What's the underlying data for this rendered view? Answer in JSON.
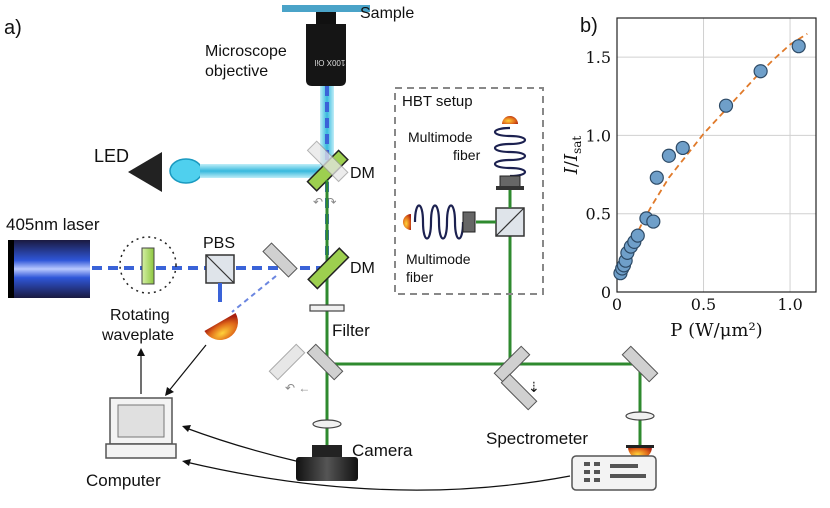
{
  "panel_a": {
    "label": "a)",
    "sample": "Sample",
    "objective_l1": "Microscope",
    "objective_l2": "objective",
    "objective_marking": "100X Oil",
    "led": "LED",
    "laser": "405nm laser",
    "pbs": "PBS",
    "dm_top": "DM",
    "dm_bottom": "DM",
    "waveplate_l1": "Rotating",
    "waveplate_l2": "waveplate",
    "filter": "Filter",
    "camera": "Camera",
    "computer": "Computer",
    "spectrometer": "Spectrometer",
    "hbt_title": "HBT setup",
    "fiber_top_l1": "Multimode",
    "fiber_top_l2": "fiber",
    "fiber_bottom_l1": "Multimode",
    "fiber_bottom_l2": "fiber"
  },
  "colors": {
    "laser_blue": "#3a63d8",
    "led_cyan": "#3fc6e6",
    "emission_green": "#2f8a2f",
    "fit_orange": "#e07a2a",
    "marker_fill": "#6f9fc9"
  },
  "chart_data": {
    "type": "scatter",
    "panel_label": "b)",
    "xlabel": "P (W/μm²)",
    "ylabel": "I/I_sat",
    "xlim": [
      0,
      1.15
    ],
    "ylim": [
      0,
      1.75
    ],
    "xticks": [
      0,
      0.5,
      1.0
    ],
    "yticks": [
      0,
      0.5,
      1.0,
      1.5
    ],
    "xtick_labels": [
      "0",
      "0.5",
      "1.0"
    ],
    "ytick_labels": [
      "0",
      "0.5",
      "1.0",
      "1.5"
    ],
    "grid": true,
    "series": [
      {
        "marker": "circle",
        "x": [
          0.02,
          0.03,
          0.04,
          0.05,
          0.06,
          0.08,
          0.1,
          0.12,
          0.17,
          0.21,
          0.23,
          0.3,
          0.38,
          0.63,
          0.83,
          1.05
        ],
        "y": [
          0.12,
          0.15,
          0.17,
          0.2,
          0.25,
          0.29,
          0.32,
          0.36,
          0.47,
          0.45,
          0.73,
          0.87,
          0.92,
          1.19,
          1.41,
          1.57
        ]
      }
    ],
    "fit_curve": {
      "style": "dashed",
      "x": [
        0.02,
        0.05,
        0.1,
        0.15,
        0.2,
        0.3,
        0.4,
        0.5,
        0.6,
        0.7,
        0.8,
        0.9,
        1.0,
        1.1
      ],
      "y": [
        0.1,
        0.21,
        0.34,
        0.45,
        0.55,
        0.73,
        0.87,
        1.01,
        1.13,
        1.25,
        1.37,
        1.48,
        1.58,
        1.65
      ]
    }
  }
}
